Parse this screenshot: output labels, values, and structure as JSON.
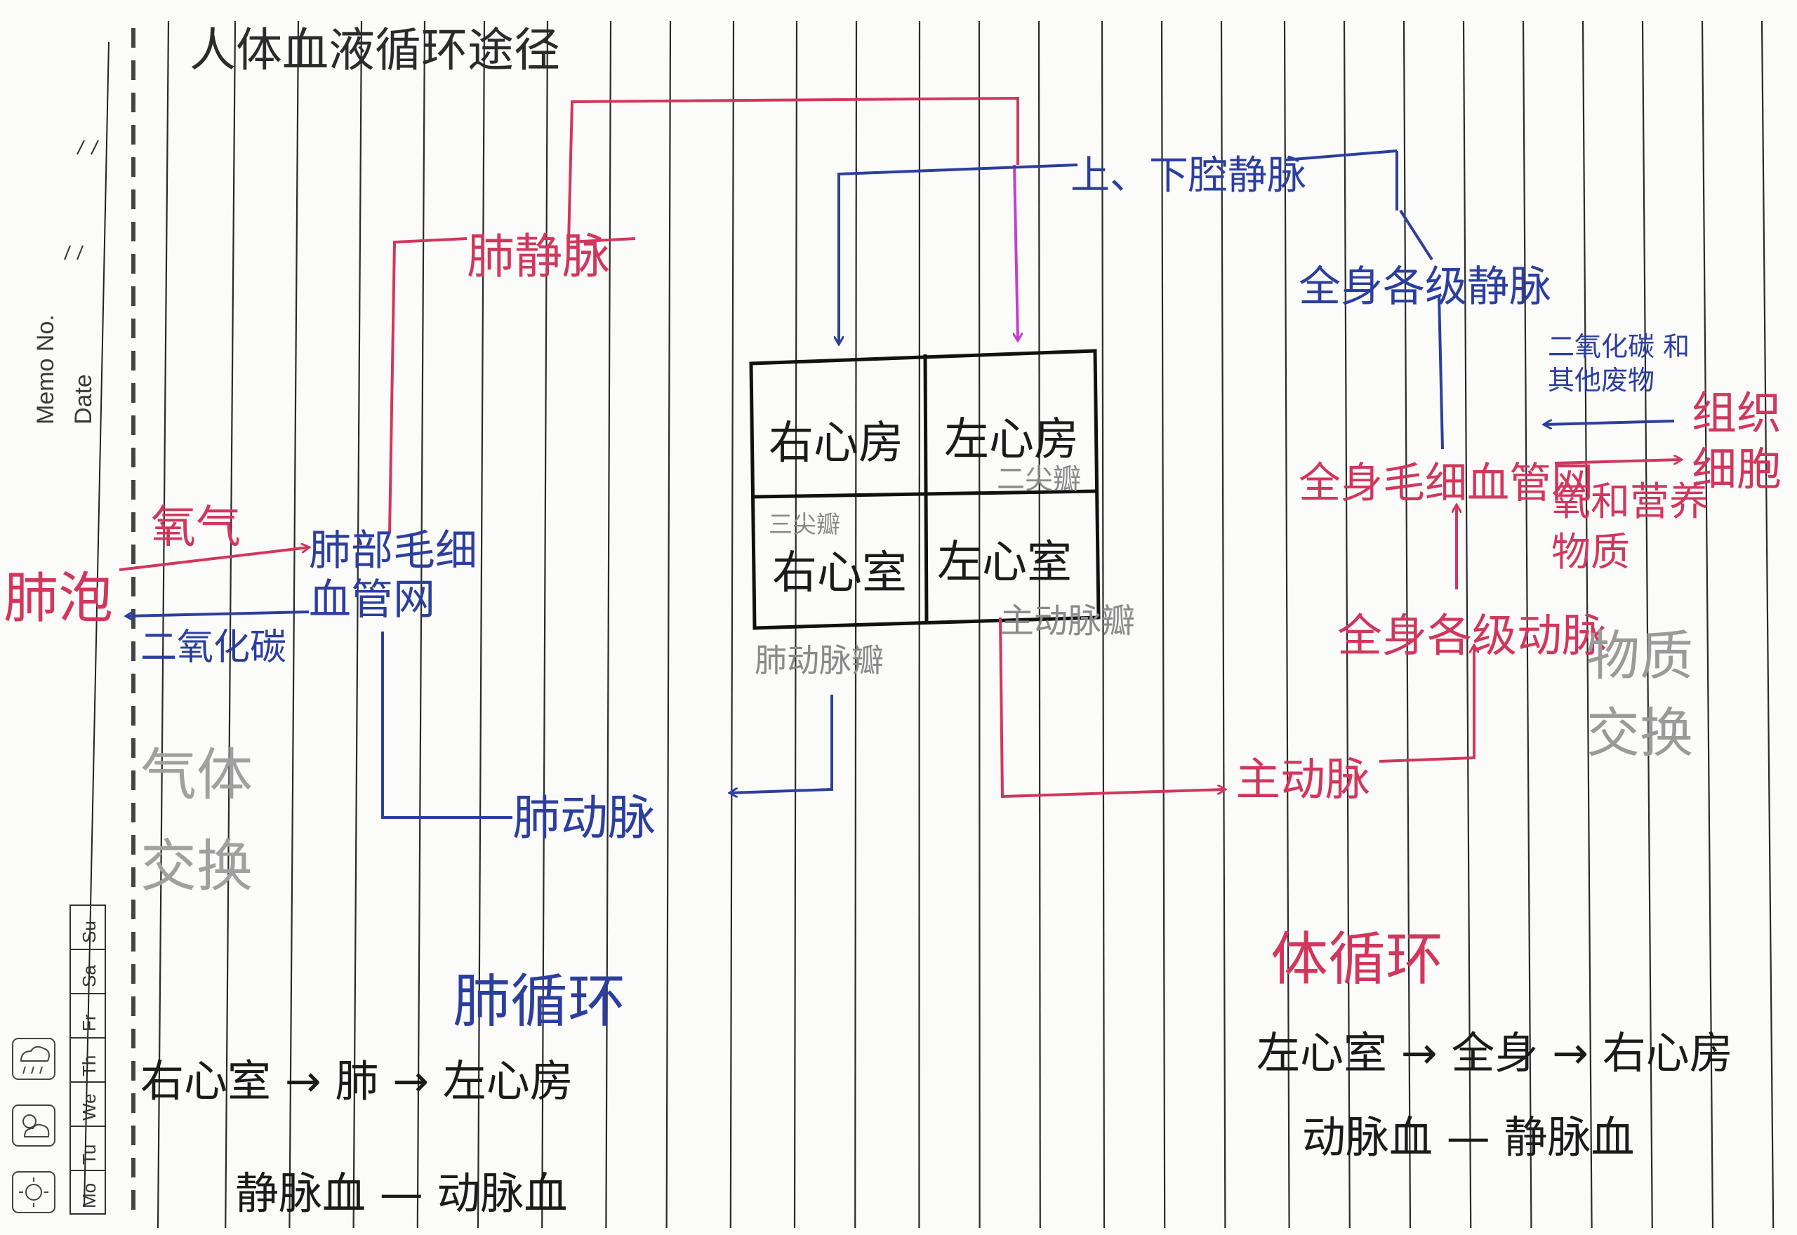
{
  "title": "人体血液循环途径",
  "sidebar": {
    "memo_label": "Memo No.",
    "date_label": "Date",
    "weekdays": [
      "Mo",
      "Tu",
      "We",
      "Th",
      "Fr",
      "Sa",
      "Su"
    ],
    "weather_icons": [
      "sun-icon",
      "partly-cloudy-icon",
      "rain-cloud-icon"
    ]
  },
  "heart": {
    "right_atrium": "右心房",
    "left_atrium": "左心房",
    "right_ventricle": "右心室",
    "left_ventricle": "左心室",
    "tricuspid_valve": "三尖瓣",
    "bicuspid_valve": "二尖瓣",
    "pulmonary_valve": "肺动脉瓣",
    "aortic_valve": "主动脉瓣"
  },
  "pulmonary_side": {
    "alveoli": "肺泡",
    "oxygen": "氧气",
    "co2": "二氧化碳",
    "capillaries": "肺部毛细血管网",
    "pulmonary_vein": "肺静脉",
    "pulmonary_artery": "肺动脉",
    "gas_exchange": "气体交换"
  },
  "systemic_side": {
    "venae_cavae": "上、下腔静脉",
    "systemic_veins": "全身各级静脉",
    "capillaries": "全身毛细血管网",
    "systemic_arteries": "全身各级动脉",
    "aorta": "主动脉",
    "tissue_cells": "组织细胞",
    "co2_waste": "二氧化碳 和其他废物",
    "oxygen_nutrients": "氧和营养物质",
    "material_exchange": "物质交换"
  },
  "summary": {
    "pulmonary_title": "肺循环",
    "pulmonary_path": "右心室 → 肺 → 左心房",
    "pulmonary_blood": "静脉血 — 动脉血",
    "systemic_title": "体循环",
    "systemic_path": "左心室 → 全身 → 右心房",
    "systemic_blood": "动脉血 — 静脉血"
  },
  "colors": {
    "red_ink": "#d1375d",
    "blue_ink": "#2c3f9e",
    "pencil": "#8a8a8a",
    "black_ink": "#1b1b1b",
    "rule_lines": "#2a2a2a"
  }
}
